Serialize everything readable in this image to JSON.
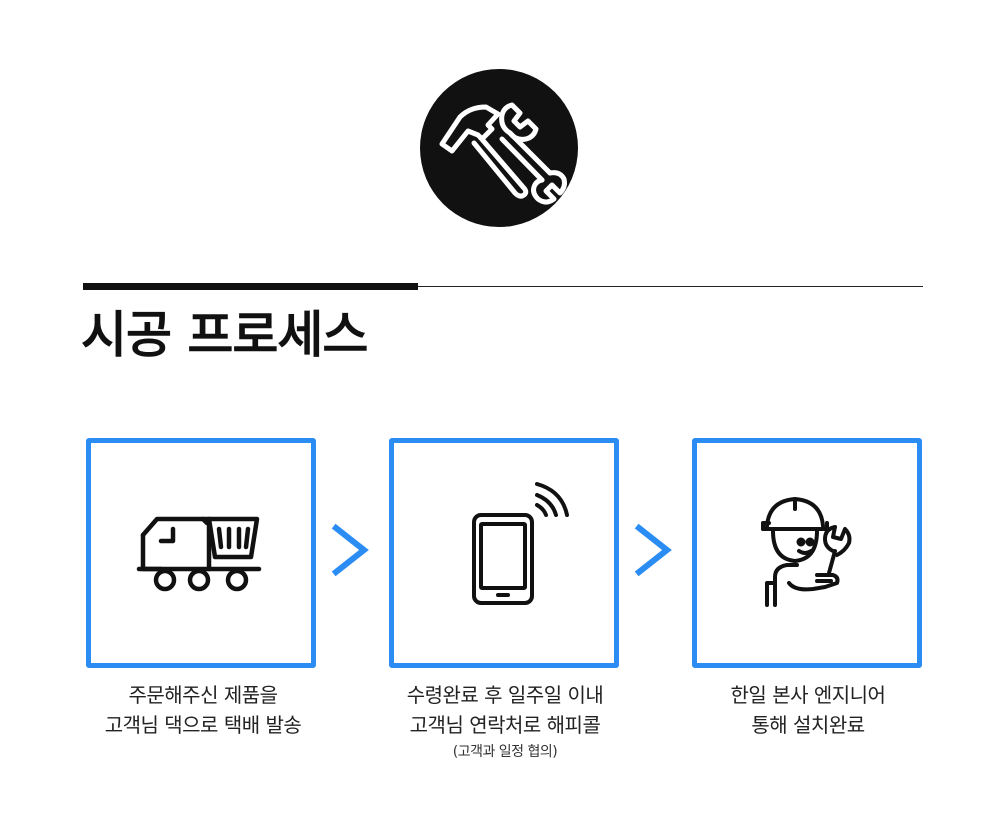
{
  "header": {
    "icon": "hammer-wrench-icon",
    "title": "시공 프로세스"
  },
  "colors": {
    "accent": "#2b8cf4",
    "dark": "#111111"
  },
  "steps": [
    {
      "icon": "delivery-truck-icon",
      "lines": [
        "주문해주신 제품을",
        "고객님 댁으로 택배 발송"
      ]
    },
    {
      "icon": "phone-signal-icon",
      "lines": [
        "수령완료 후 일주일 이내",
        "고객님 연락처로 해피콜"
      ],
      "note": "(고객과 일정 협의)"
    },
    {
      "icon": "engineer-wrench-icon",
      "lines": [
        "한일 본사 엔지니어",
        "통해 설치완료"
      ]
    }
  ],
  "connectors": [
    "chevron-right-icon",
    "chevron-right-icon"
  ]
}
